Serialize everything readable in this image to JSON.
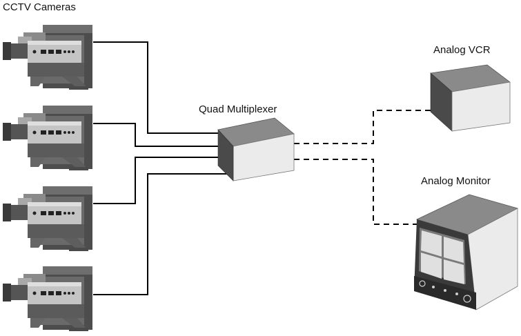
{
  "labels": {
    "cameras": "CCTV Cameras",
    "multiplexer": "Quad Multiplexer",
    "vcr": "Analog VCR",
    "monitor": "Analog Monitor"
  },
  "diagram": {
    "nodes": [
      {
        "id": "camera-1",
        "type": "cctv-camera-icon"
      },
      {
        "id": "camera-2",
        "type": "cctv-camera-icon"
      },
      {
        "id": "camera-3",
        "type": "cctv-camera-icon"
      },
      {
        "id": "camera-4",
        "type": "cctv-camera-icon"
      },
      {
        "id": "multiplexer",
        "type": "box-device-icon"
      },
      {
        "id": "vcr",
        "type": "box-device-icon"
      },
      {
        "id": "monitor",
        "type": "crt-monitor-icon"
      }
    ],
    "edges": [
      {
        "from": "camera-1",
        "to": "multiplexer",
        "style": "solid"
      },
      {
        "from": "camera-2",
        "to": "multiplexer",
        "style": "solid"
      },
      {
        "from": "camera-3",
        "to": "multiplexer",
        "style": "solid"
      },
      {
        "from": "camera-4",
        "to": "multiplexer",
        "style": "solid"
      },
      {
        "from": "multiplexer",
        "to": "vcr",
        "style": "dashed"
      },
      {
        "from": "multiplexer",
        "to": "monitor",
        "style": "dashed"
      }
    ]
  },
  "colors": {
    "line": "#000000",
    "device_front": "#4a4a4a",
    "device_top": "#8a8a8a",
    "device_side": "#ebebeb",
    "camera_body": "#555555",
    "camera_light": "#a0a0a0"
  }
}
